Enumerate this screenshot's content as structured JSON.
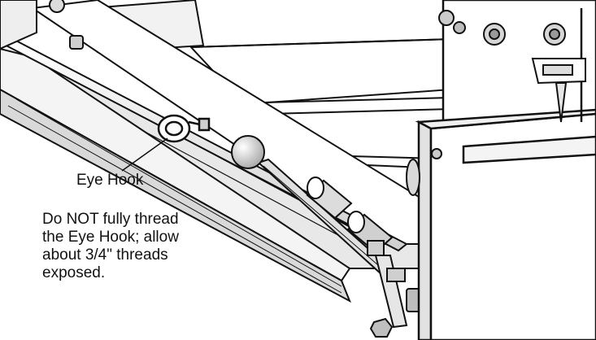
{
  "callout": {
    "label": "Eye Hook"
  },
  "instruction": {
    "lines": [
      "Do NOT fully thread",
      "the Eye Hook; allow",
      "about 3/4\" threads",
      "exposed."
    ]
  },
  "colors": {
    "line": "#111111",
    "shade_light": "#e6e6e6",
    "shade_mid": "#cfcfcf",
    "shade_dark": "#9a9a9a",
    "background": "#ffffff"
  },
  "icons": [
    "eye-hook-icon",
    "bolt-icon",
    "nut-icon",
    "roller-icon",
    "ball-knob-icon"
  ]
}
